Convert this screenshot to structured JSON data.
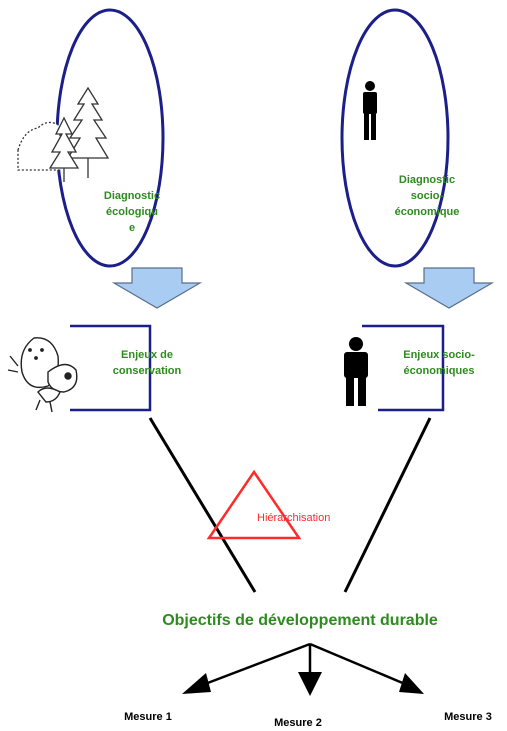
{
  "diagram": {
    "diagnostic_ecologique": "Diagnostic\nécologiqu\ne",
    "diagnostic_socio": "Diagnostic\nsocio-\néconomique",
    "enjeux_conservation": "Enjeux de\nconservation",
    "enjeux_socio": "Enjeux socio-\néconomiques",
    "hierarchisation": "Hiérarchisation",
    "objectifs": "Objectifs de développement durable",
    "mesures": [
      "Mesure 1",
      "Mesure 2",
      "Mesure 3"
    ]
  },
  "colors": {
    "ellipse_stroke": "#1c1f8a",
    "bracket_stroke": "#1c1f8a",
    "arrow_fill": "#a9cdf2",
    "arrow_stroke": "#5a6e8c",
    "label_green": "#2e8b1f",
    "triangle_red": "#ff2a2a",
    "line_black": "#000000"
  },
  "icons": {
    "left_top": "forest-trees-icon",
    "right_top": "person-icon",
    "left_mid": "butterfly-icon",
    "right_mid": "person-icon"
  }
}
